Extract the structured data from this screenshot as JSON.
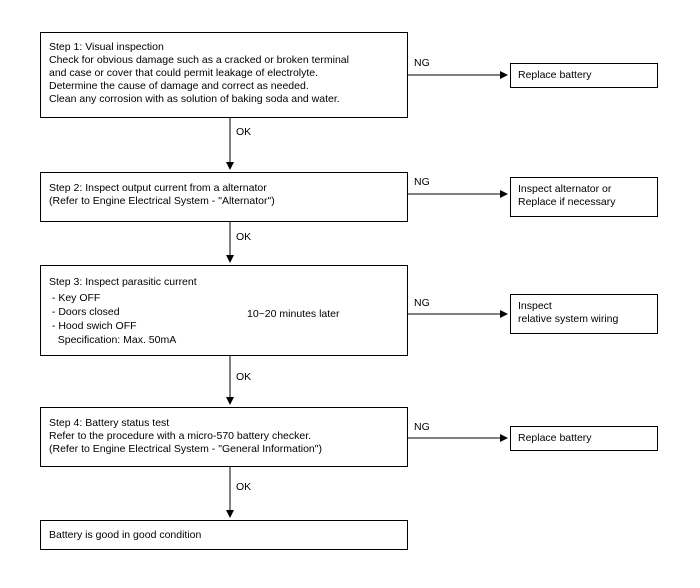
{
  "step1": {
    "lines": [
      "Step 1: Visual inspection",
      "Check for obvious damage such as a cracked or broken terminal",
      "and case or cover that could permit leakage of electrolyte.",
      "Determine the cause of damage and correct as needed.",
      "Clean any corrosion with as solution of baking soda and water."
    ],
    "ng": "NG",
    "result": "Replace battery"
  },
  "ok1": "OK",
  "step2": {
    "lines": [
      "Step 2: Inspect output current from a alternator",
      "(Refer to Engine Electrical System - \"Alternator\")"
    ],
    "ng": "NG",
    "result_lines": [
      "Inspect alternator or",
      "Replace if necessary"
    ]
  },
  "ok2": "OK",
  "step3": {
    "title": "Step 3: Inspect parasitic current",
    "conditions": [
      " - Key OFF",
      " - Doors closed",
      " - Hood swich OFF"
    ],
    "spec": "   Specification: Max. 50mA",
    "bracket_note": "10~20 minutes later",
    "ng": "NG",
    "result_lines": [
      "Inspect",
      "relative system wiring"
    ]
  },
  "ok3": "OK",
  "step4": {
    "lines": [
      "Step 4: Battery status test",
      "Refer to the procedure with a micro-570 battery checker.",
      "(Refer to Engine Electrical System - \"General Information\")"
    ],
    "ng": "NG",
    "result": "Replace battery"
  },
  "ok4": "OK",
  "final": "Battery is good in good condition"
}
